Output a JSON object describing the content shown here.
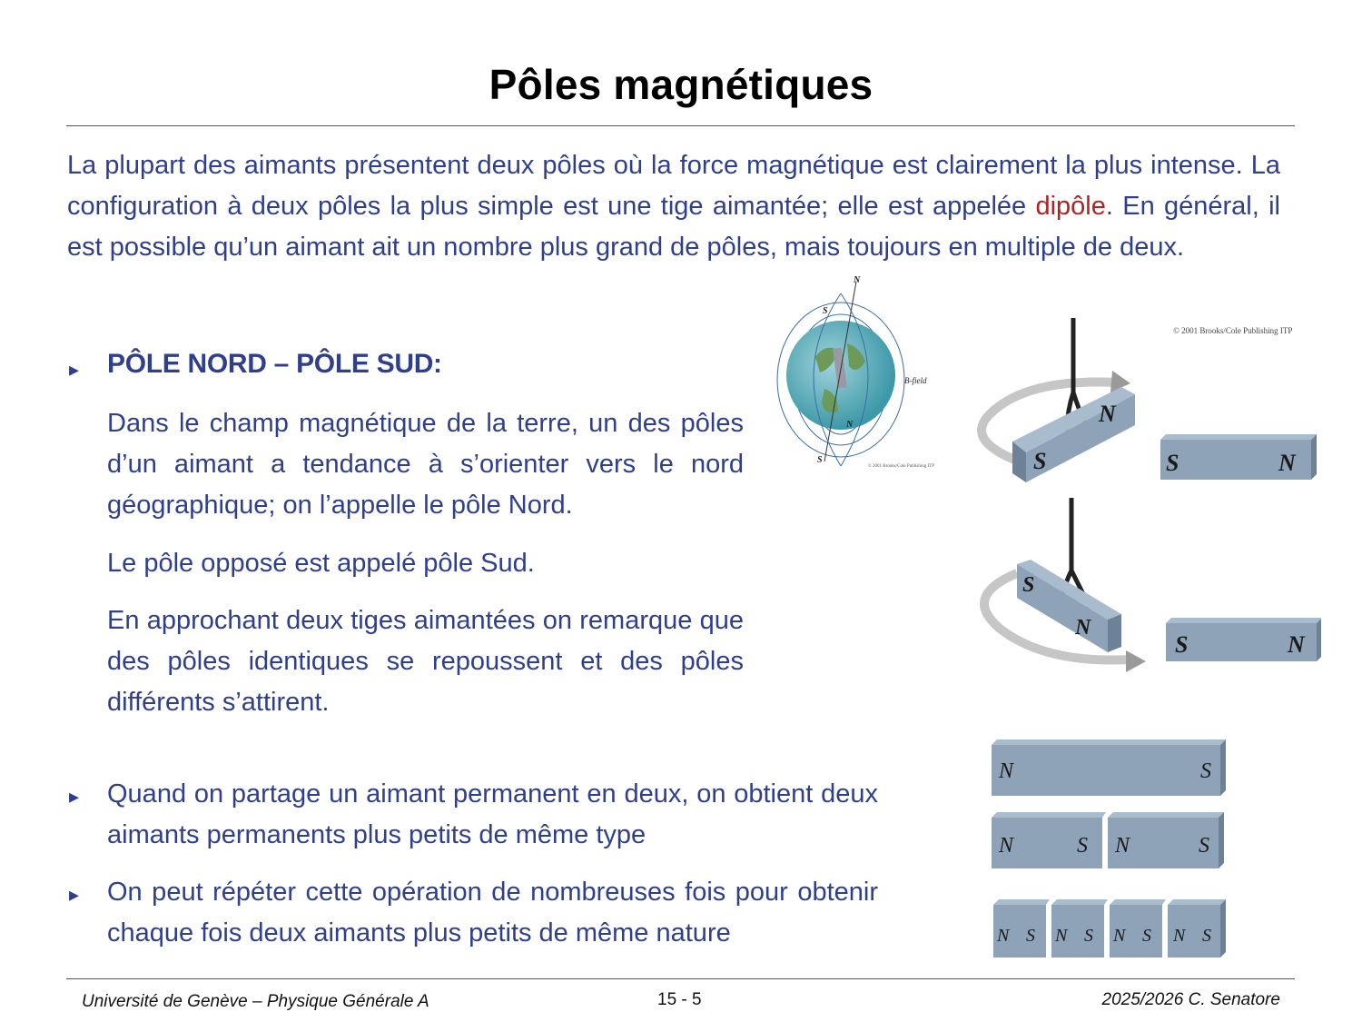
{
  "slide": {
    "title": "Pôles magnétiques",
    "intro": {
      "part1": "La plupart des aimants présentent deux pôles où la force magnétique est clairement la plus intense. La configuration à deux pôles la plus simple est une tige aimantée; elle est appelée ",
      "highlight": "dipôle",
      "part2": ". En général, il est possible qu’un aimant ait un nombre plus grand de pôles, mais toujours en multiple de deux."
    },
    "section": {
      "heading": "PÔLE NORD – PÔLE SUD:",
      "p1": "Dans le champ magnétique de la terre, un des pôles d’un aimant a tendance à s’orienter vers le nord géographique; on l’appelle le pôle Nord.",
      "p2": "Le pôle opposé est appelé pôle Sud.",
      "p3": "En approchant deux tiges aimantées on remarque que des pôles identiques se repoussent et des pôles différents s’attirent."
    },
    "bullets": [
      "Quand on partage un aimant permanent en deux, on obtient deux aimants permanents plus petits de même type",
      "On peut répéter cette opération de nombreuses fois pour obtenir chaque fois deux aimants plus petits de même nature"
    ],
    "bullet_icon": "triangle-right-icon"
  },
  "figures": {
    "earth": {
      "n_label": "N",
      "s_label": "S",
      "inner_n": "N",
      "inner_s": "S",
      "field_label": "B-field",
      "credit": "© 2001 Brooks/Cole Publishing ITP"
    },
    "magnets": {
      "credit": "© 2001 Brooks/Cole Publishing ITP",
      "n": "N",
      "s": "S"
    },
    "colors": {
      "magnet_face": "#8fa3b8",
      "magnet_top": "#a9bccd",
      "magnet_side": "#6d8296",
      "text": "#2f3f8c",
      "highlight": "#b22222"
    }
  },
  "footer": {
    "left": "Université de Genève – Physique Générale A",
    "center": "15 - 5",
    "right": "2025/2026  C. Senatore"
  }
}
